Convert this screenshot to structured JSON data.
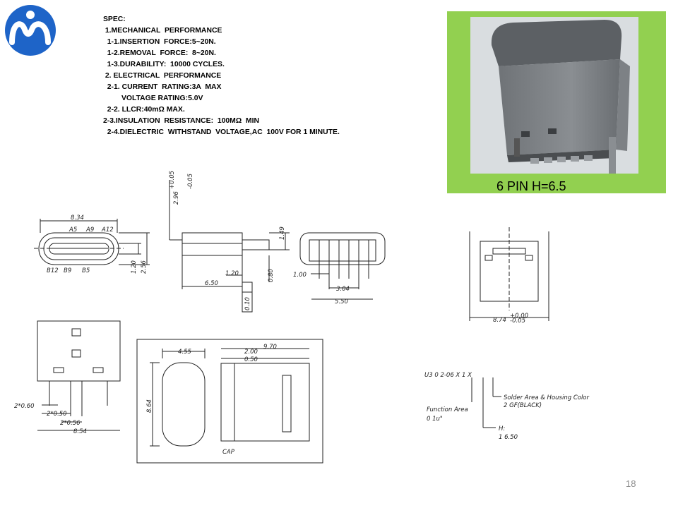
{
  "spec": {
    "lines": [
      "SPEC:",
      " 1.MECHANICAL  PERFORMANCE",
      "  1-1.INSERTION  FORCE:5~20N.",
      "  1-2.REMOVAL  FORCE:  8~20N.",
      "  1-3.DURABILITY:  10000 CYCLES.",
      " 2. ELECTRICAL  PERFORMANCE",
      "  2-1. CURRENT  RATING:3A  MAX",
      "         VOLTAGE RATING:5.0V",
      "  2-2. LLCR:40mΩ MAX.",
      "2-3.INSULATION  RESISTANCE:  100MΩ  MIN",
      "  2-4.DIELECTRIC  WITHSTAND  VOLTAGE,AC  100V FOR 1 MINUTE."
    ]
  },
  "render": {
    "caption": "6 PIN H=6.5",
    "panel_color": "#92d050"
  },
  "drawing_labels": {
    "front_width": "8.34",
    "pin_a5": "A5",
    "pin_a9": "A9",
    "pin_a12": "A12",
    "pin_b12": "B12",
    "pin_b9": "B9",
    "pin_b5": "B5",
    "front_h1": "1.20",
    "front_h2": "2.56",
    "side_tol": "2.96",
    "side_tol_sup": "+0.05",
    "side_tol_sub": "-0.05",
    "side_h": "1.49",
    "side_a": "1.20",
    "side_b": "0.80",
    "side_len": "6.50",
    "flatness": "0.10",
    "rear_a": "1.00",
    "rear_b": "3.04",
    "rear_c": "5.50",
    "top_w": "8.74",
    "top_w_sup": "+0.00",
    "top_w_sub": "-0.05",
    "bottom_a": "2*0.60",
    "bottom_b": "2*0.50",
    "bottom_c": "2*0.56",
    "bottom_w": "8.54",
    "cap_w": "4.55",
    "cap_h": "8.64",
    "cap_a": "2.00",
    "cap_b": "0.50",
    "cap_c": "9.70",
    "cap_label": "CAP"
  },
  "part_number": {
    "code": "U3 0 2-06 X 1 X",
    "solder_1": "Solder Area & Housing Color",
    "solder_2": "2 GF(BLACK)",
    "function_1": "Function Area",
    "function_2": "0 1u\"",
    "h_1": "H:",
    "h_2": "1 6.50"
  },
  "page_number": "18",
  "logo_color": "#1e64c8"
}
